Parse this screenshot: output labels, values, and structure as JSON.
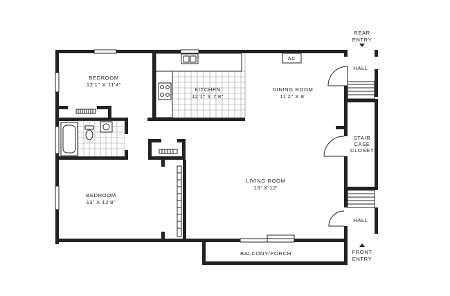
{
  "rooms": {
    "bedroom_1": {
      "name": "BEDROOM",
      "size": "12'1\" X 11'4\""
    },
    "kitchen": {
      "name": "KITCHEN",
      "size": "12'1\" X 7'8\""
    },
    "dining_room": {
      "name": "DINING ROOM",
      "size": "11'2\" X 8'"
    },
    "bedroom_2": {
      "name": "BEDROOM",
      "size": "13' X 12'8\""
    },
    "living_room": {
      "name": "LIVING ROOM",
      "size": "19' X 12'"
    },
    "balcony": {
      "name": "BALCONY/PORCH"
    },
    "hall_top": {
      "name": "HALL"
    },
    "hall_bottom": {
      "name": "HALL"
    },
    "staircase_closet": {
      "line1": "STAIR",
      "line2": "CASE",
      "line3": "CLOSET"
    },
    "ac": {
      "name": "AC"
    }
  },
  "entries": {
    "rear": {
      "line1": "REAR",
      "line2": "ENTRY"
    },
    "front": {
      "line1": "FRONT",
      "line2": "ENTRY"
    }
  }
}
